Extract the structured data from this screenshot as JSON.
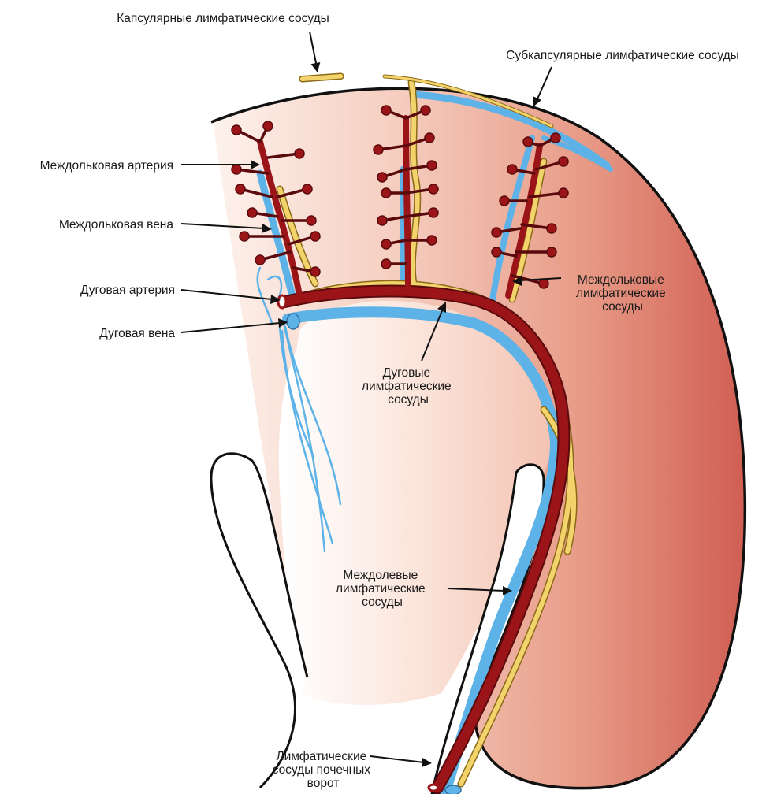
{
  "labels": {
    "capsular": "Капсулярные лимфатические сосуды",
    "subcapsular": "Субкапсулярные лимфатические сосуды",
    "interlobular_artery": "Междольковая артерия",
    "interlobular_vein": "Междольковая вена",
    "arcuate_artery": "Дуговая артерия",
    "arcuate_vein": "Дуговая вена",
    "interlobular_lymph": [
      "Междольковые",
      "лимфатические",
      "сосуды"
    ],
    "arcuate_lymph": [
      "Дуговые",
      "лимфатические",
      "сосуды"
    ],
    "interlobar_lymph": [
      "Междолевые",
      "лимфатические",
      "сосуды"
    ],
    "hilar_lymph": [
      "Лимфатические",
      "сосуды почечных",
      "ворот"
    ]
  },
  "colors": {
    "tissue_light": "#fbe9e2",
    "tissue_dark": "#d4625a",
    "artery": "#9b1418",
    "vein": "#5db2e8",
    "lymph": "#f3d36c",
    "lymph_edge": "#8a6a16",
    "outline": "#111111"
  }
}
